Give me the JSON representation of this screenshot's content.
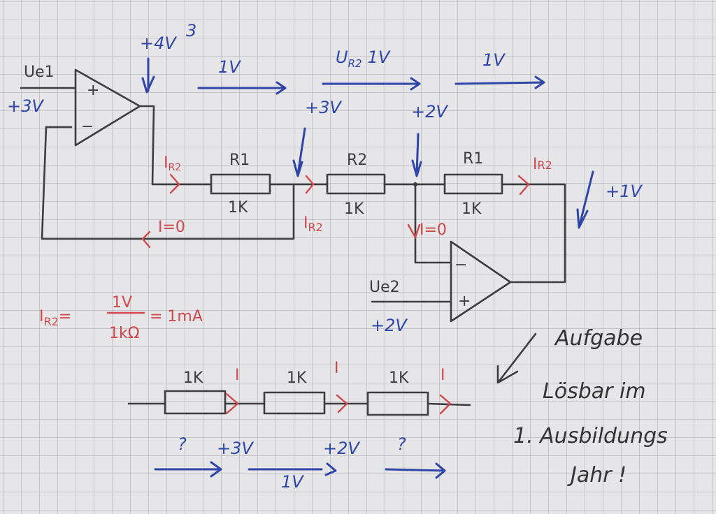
{
  "colors": {
    "paper": "#e6e6e8",
    "grid": "#b4b4b8",
    "ink": "#3c3d3f",
    "blue": "#2f45a8",
    "red": "#d0474c"
  },
  "top_circuit": {
    "ue1": "Ue1",
    "ue1_voltage": "+3V",
    "opamp1_out_voltage": "+4V",
    "opamp1_out_correction": "3",
    "plus_sign": "+",
    "minus_sign": "−",
    "r1_left": {
      "name": "R1",
      "value": "1K"
    },
    "r2": {
      "name": "R2",
      "value": "1K"
    },
    "r1_right": {
      "name": "R1",
      "value": "1K"
    },
    "arrow1_label": "1V",
    "arrow2_label": "U",
    "arrow2_sub": "R2",
    "arrow2_value": "1V",
    "arrow3_label": "1V",
    "node_a_voltage": "+3V",
    "node_b_voltage": "+2V",
    "output_voltage": "+1V",
    "i_r2_a": "I",
    "i_r2_a_sub": "R2",
    "i_r2_b": "I",
    "i_r2_b_sub": "R2",
    "i_r2_c": "I",
    "i_r2_c_sub": "R2",
    "i_zero_1": "I=0",
    "i_zero_2": "I=0",
    "ue2": "Ue2",
    "ue2_voltage": "+2V"
  },
  "formula": {
    "lhs": "I",
    "lhs_sub": "R2",
    "eq": "=",
    "num": "1V",
    "den": "1kΩ",
    "result": "= 1mA"
  },
  "bottom_circuit": {
    "resistors": [
      {
        "value": "1K",
        "current": "I"
      },
      {
        "value": "1K",
        "current": "I"
      },
      {
        "value": "1K",
        "current": "I"
      }
    ],
    "arrow1": "?",
    "v1": "+3V",
    "arrow2": "1V",
    "v2": "+2V",
    "arrow3": "?"
  },
  "note": {
    "line1": "Aufgabe",
    "line2": "Lösbar im",
    "line3": "1. Ausbildungs",
    "line4": "Jahr !"
  }
}
